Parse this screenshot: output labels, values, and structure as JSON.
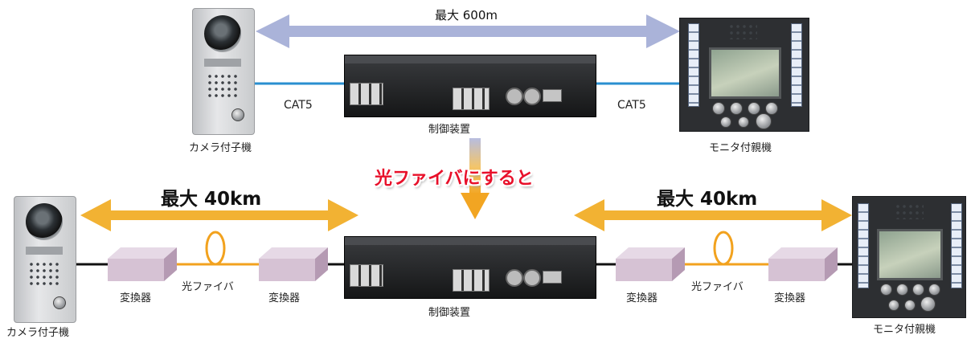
{
  "top": {
    "distance_label": "最大 600m",
    "cable_left": "CAT5",
    "cable_right": "CAT5",
    "device_left": "カメラ付子機",
    "device_center": "制御装置",
    "device_right": "モニタ付親機"
  },
  "transition": {
    "headline": "光ファイバにすると"
  },
  "bottom": {
    "distance_left": "最大 40km",
    "distance_right": "最大 40km",
    "converter_label": "変換器",
    "fiber_label": "光ファイバ",
    "device_left": "カメラ付子機",
    "device_center": "制御装置",
    "device_right": "モニタ付親機"
  },
  "colors": {
    "arrow_top": "#aab3d9",
    "arrow_bottom": "#f2b233",
    "cat5_cable": "#2a8fd0",
    "fiber": "#f2a21e",
    "headline": "#e8102a"
  },
  "icons": [
    "door-camera-icon",
    "monitor-intercom-icon",
    "controller-icon",
    "converter-box-icon",
    "fiber-loop-icon"
  ]
}
